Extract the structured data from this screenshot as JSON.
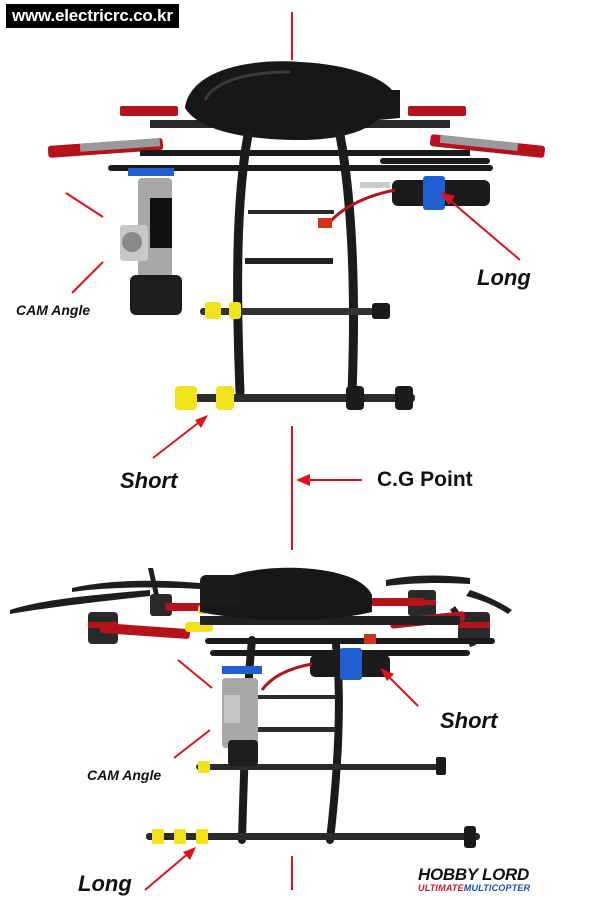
{
  "watermark_url": "www.electricrc.co.kr",
  "top_diagram": {
    "cam_angle_label": "CAM Angle",
    "long_label": "Long",
    "short_label": "Short"
  },
  "center": {
    "cg_label": "C.G Point"
  },
  "bottom_diagram": {
    "short_label": "Short",
    "cam_angle_label": "CAM Angle",
    "long_label": "Long"
  },
  "brand": {
    "name": "HOBBY LORD",
    "tagline_part1": "ULTIMATE",
    "tagline_part2": "MULTICOPTER"
  },
  "colors": {
    "accent_red": "#e0101a",
    "frame_black": "#1b1b1b",
    "highlight_yellow": "#f2e21a",
    "motor_red": "#b5121b",
    "strap_blue": "#1f5fd0"
  }
}
